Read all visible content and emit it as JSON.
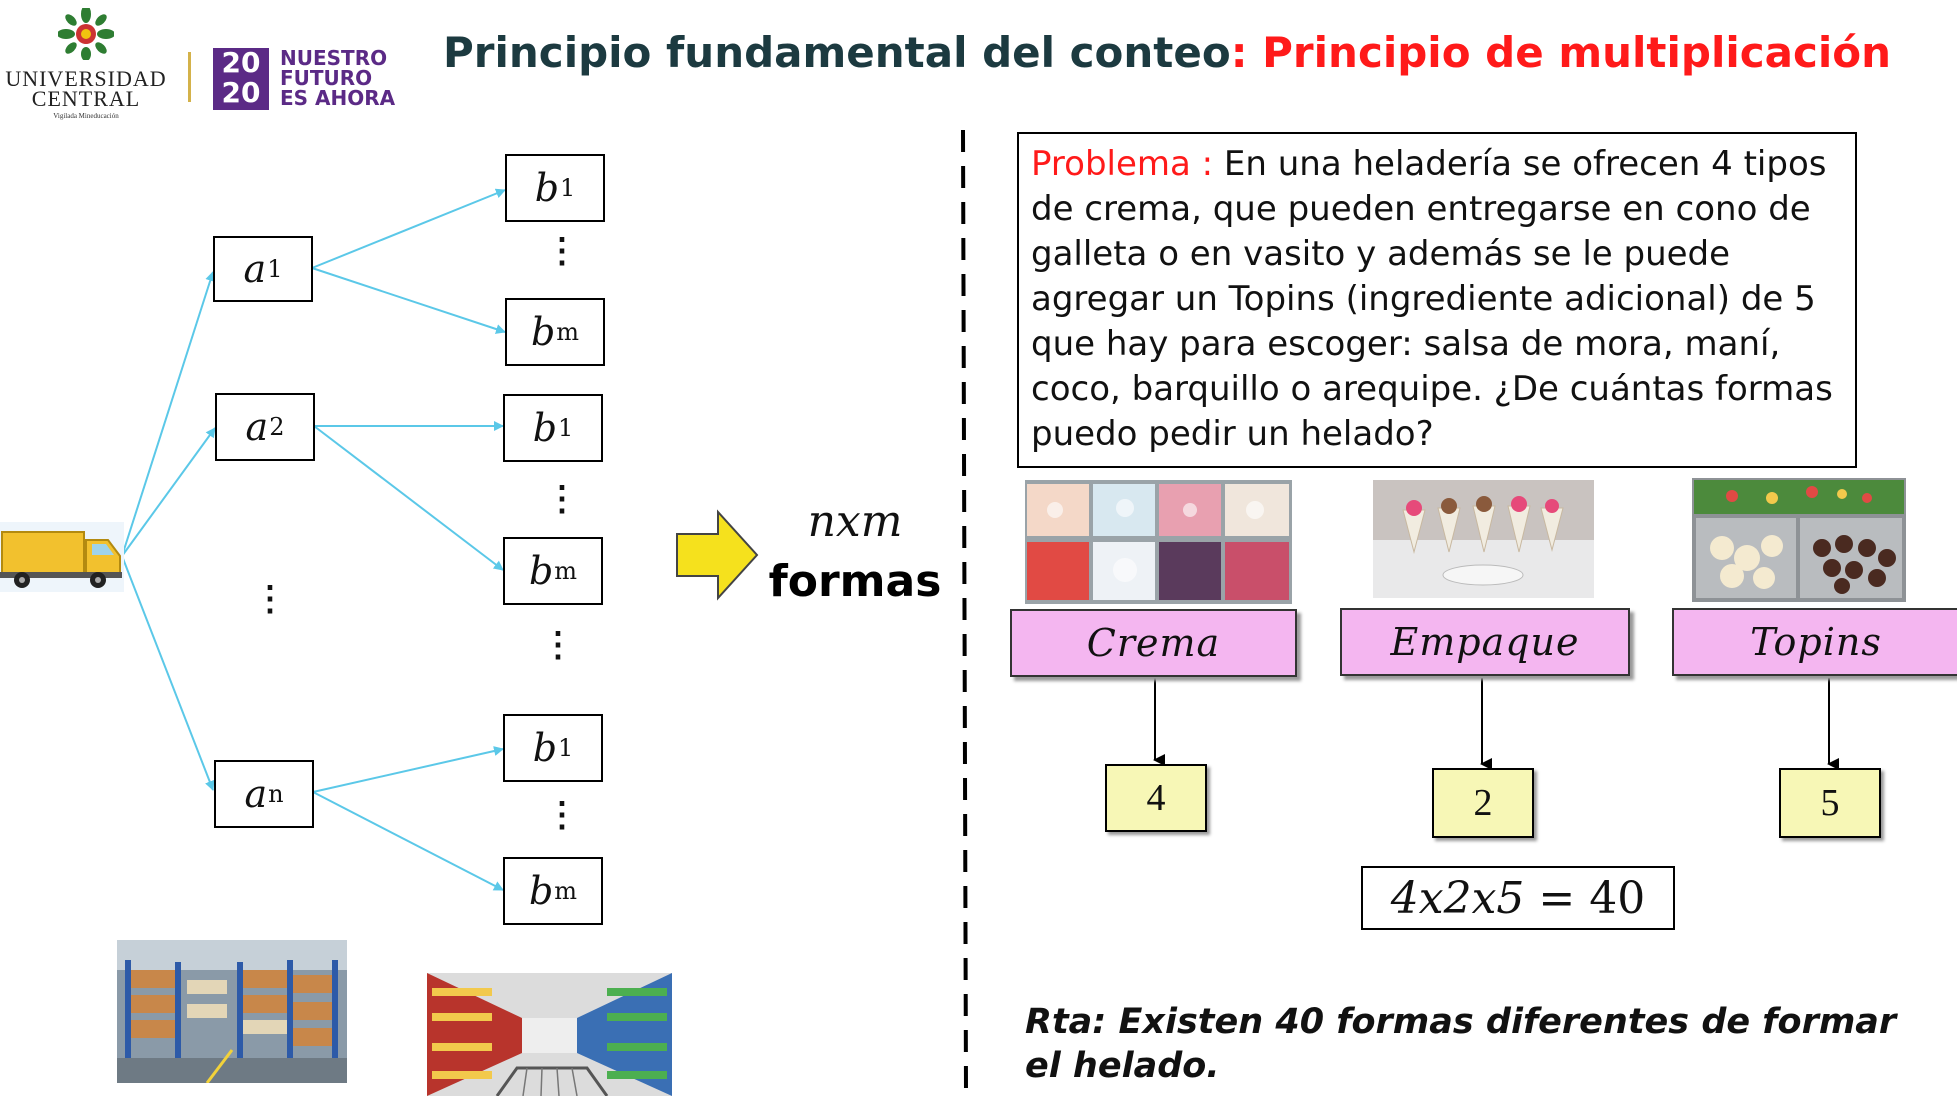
{
  "logo": {
    "university_line1": "UNIVERSIDAD",
    "university_line2": "CENTRAL",
    "university_motto": "Vigilada Mineducación",
    "badge_top": "20",
    "badge_bottom": "20",
    "badge_text": [
      "NUESTRO",
      "FUTURO",
      "ES AHORA"
    ]
  },
  "title": {
    "main": "Principio fundamental del conteo",
    "highlight": ": Principio de multiplicación"
  },
  "tree": {
    "a_nodes": [
      {
        "letter": "a",
        "sub": "1"
      },
      {
        "letter": "a",
        "sub": "2"
      },
      {
        "letter": "a",
        "sub": "n"
      }
    ],
    "b_nodes": [
      {
        "letter": "b",
        "sub": "1"
      },
      {
        "letter": "b",
        "sub": "m"
      },
      {
        "letter": "b",
        "sub": "1"
      },
      {
        "letter": "b",
        "sub": "m"
      },
      {
        "letter": "b",
        "sub": "1"
      },
      {
        "letter": "b",
        "sub": "m"
      }
    ],
    "dots": "⋮"
  },
  "result": {
    "expression": "nxm",
    "label": "formas"
  },
  "problem": {
    "label": "Problema :",
    "text": " En una heladería se ofrecen 4 tipos de crema, que pueden entregarse en cono de galleta o en vasito y además se le puede agregar un Topins (ingrediente adicional) de 5 que hay para escoger: salsa de mora, maní, coco, barquillo o arequipe. ¿De cuántas formas puedo pedir un helado?"
  },
  "categories": [
    {
      "label": "Crema",
      "value": "4"
    },
    {
      "label": "Empaque",
      "value": "2"
    },
    {
      "label": "Topins",
      "value": "5"
    }
  ],
  "equation": {
    "lhs": "4x2x5",
    "rhs": "= 40"
  },
  "answer": "Rta: Existen 40 formas diferentes de formar el helado.",
  "colors": {
    "title_dark": "#1c3a40",
    "highlight_red": "#ff1a1a",
    "arrow_blue": "#5bc8e8",
    "category_pink": "#f4b6f0",
    "number_yellow": "#f7f7b6",
    "logo_purple": "#5b2a86"
  }
}
